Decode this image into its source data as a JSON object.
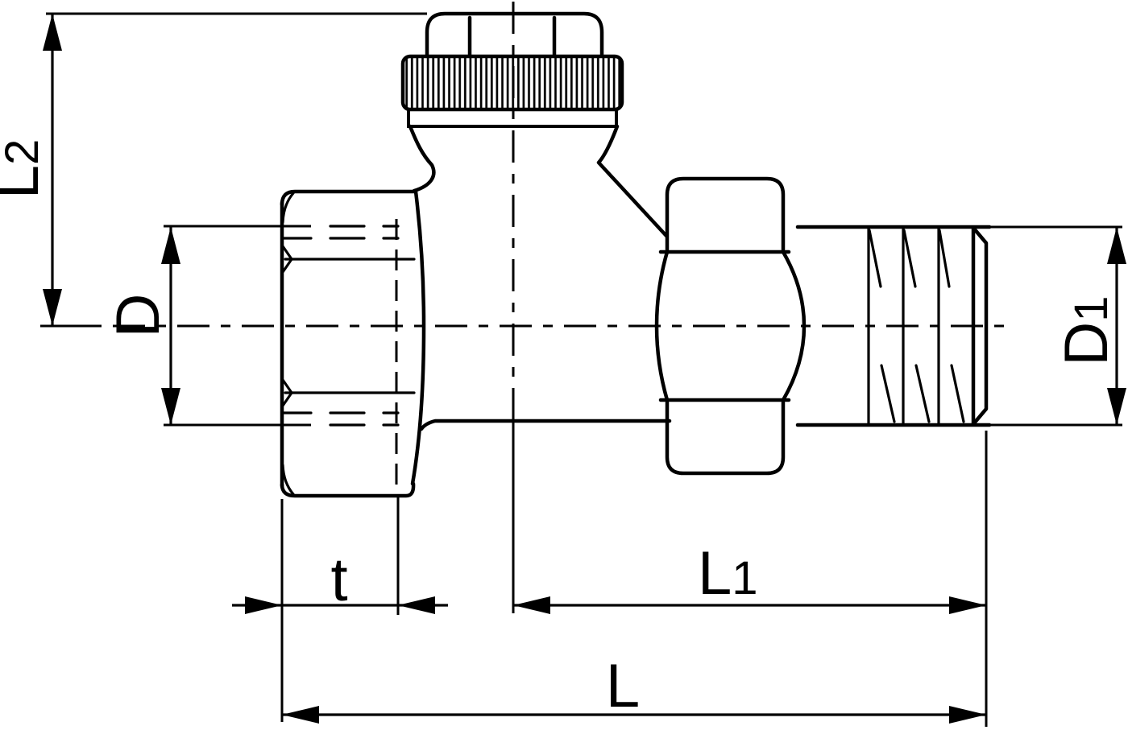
{
  "drawing": {
    "labels": {
      "L2": {
        "main": "L",
        "sub": "2"
      },
      "D": {
        "main": "D"
      },
      "t": {
        "main": "t"
      },
      "L1": {
        "main": "L",
        "sub": "1"
      },
      "L": {
        "main": "L"
      },
      "D1": {
        "main": "D",
        "sub": "1"
      }
    },
    "colors": {
      "line": "#000000",
      "background": "#ffffff"
    }
  }
}
